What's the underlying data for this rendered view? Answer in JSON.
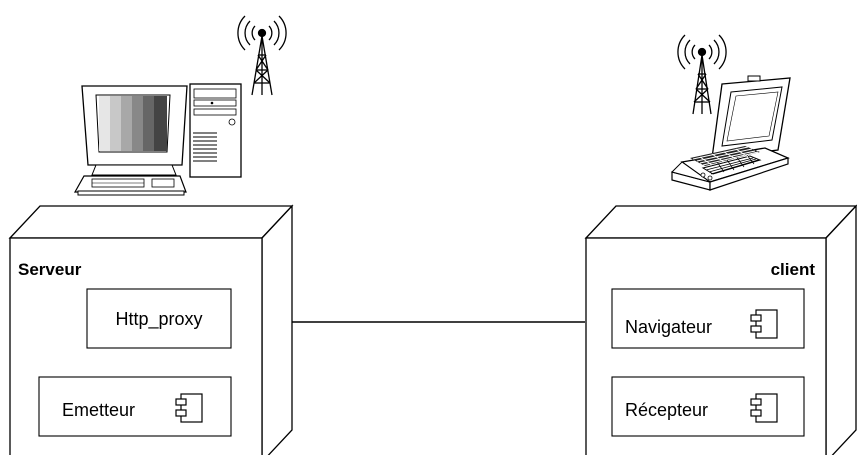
{
  "server": {
    "title": "Serveur",
    "components": [
      {
        "label": "Http_proxy",
        "icon": "none"
      },
      {
        "label": "Emetteur",
        "icon": "component-icon"
      }
    ]
  },
  "client": {
    "title": "client",
    "components": [
      {
        "label": "Navigateur",
        "icon": "component-icon"
      },
      {
        "label": "Récepteur",
        "icon": "component-icon"
      }
    ]
  },
  "colors": {
    "stroke": "#000000",
    "fill": "#ffffff"
  }
}
